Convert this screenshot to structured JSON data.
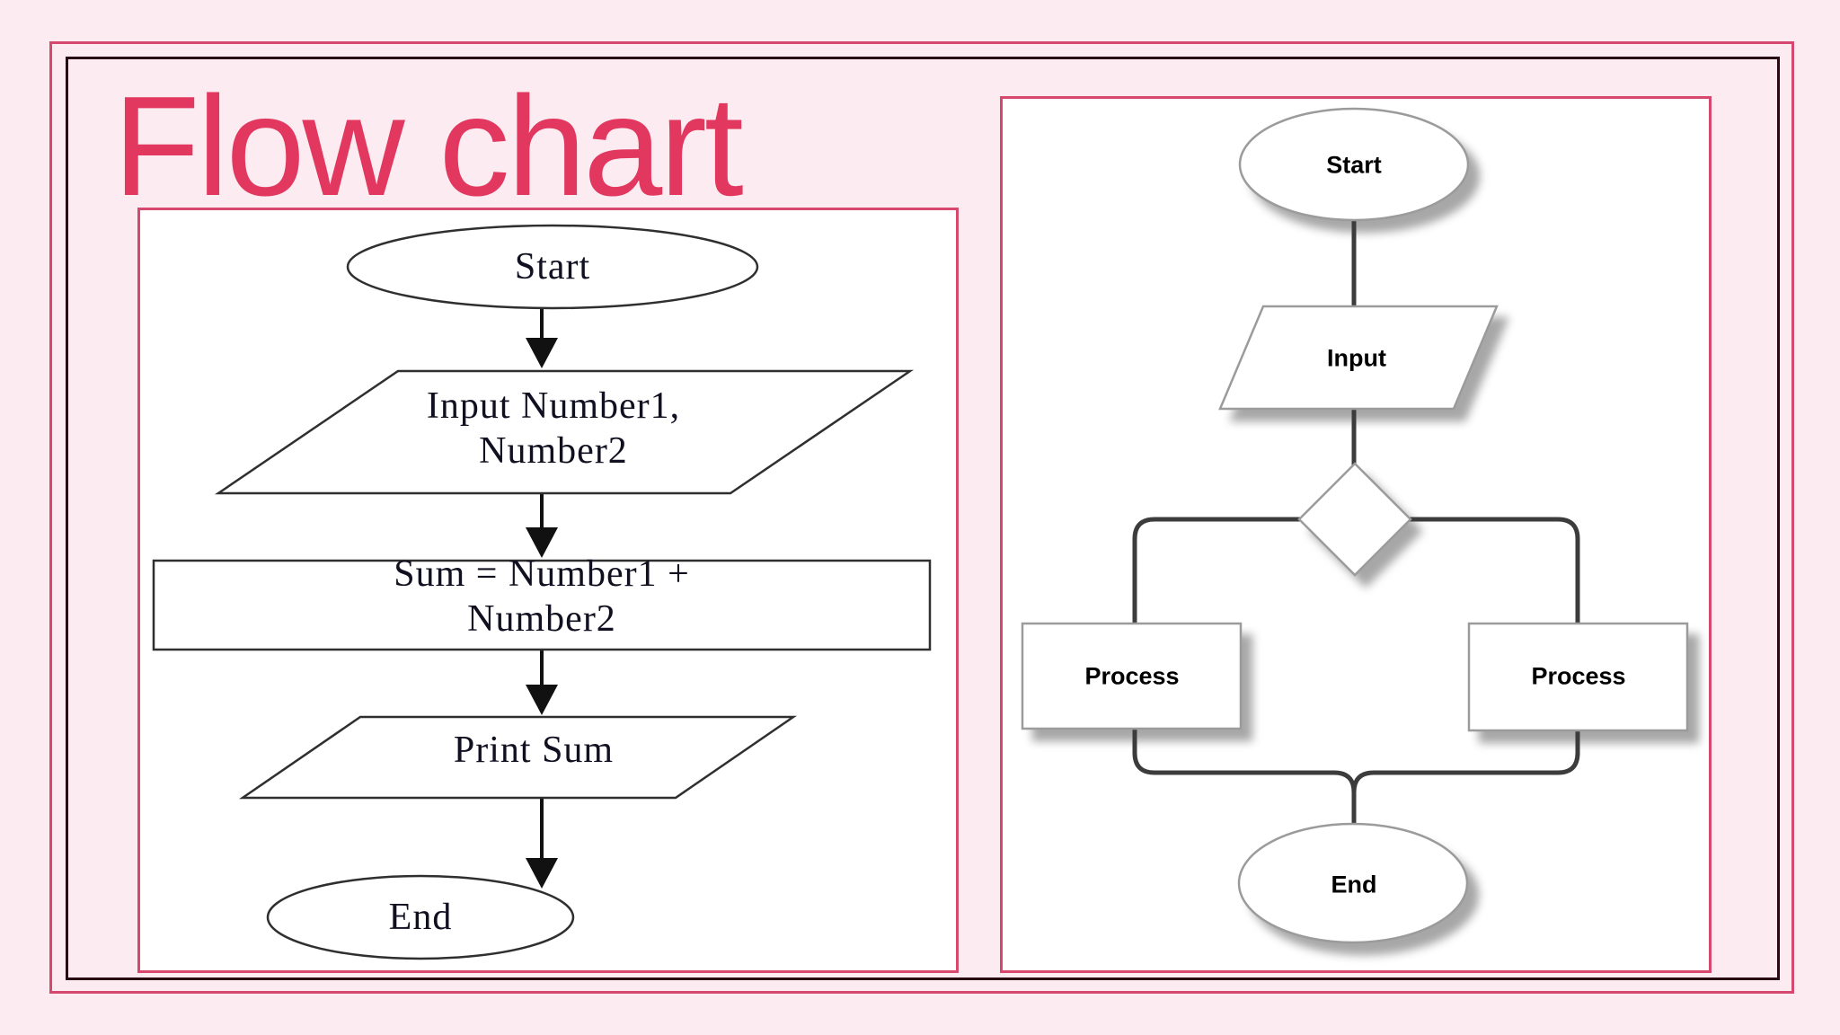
{
  "title": "Flow chart",
  "colors": {
    "background": "#fcebf0",
    "outer_border": "#d6496e",
    "inner_border": "#2a0a12",
    "panel_border": "#d6486d",
    "title": "#e23860",
    "left_chart_stroke": "#2f2f2f",
    "left_chart_text": "#101020",
    "right_chart_stroke": "#9b9b9b",
    "right_chart_line": "#3c3c3c"
  },
  "left_chart": {
    "nodes": {
      "start": {
        "type": "terminator",
        "label": "Start"
      },
      "input": {
        "type": "io",
        "label": "Input Number1,\nNumber2"
      },
      "process": {
        "type": "process",
        "label": "Sum = Number1 + Number2"
      },
      "output": {
        "type": "io",
        "label": "Print Sum"
      },
      "end": {
        "type": "terminator",
        "label": "End"
      }
    }
  },
  "right_chart": {
    "nodes": {
      "start": {
        "type": "terminator",
        "label": "Start"
      },
      "input": {
        "type": "io",
        "label": "Input"
      },
      "decision": {
        "type": "decision",
        "label": ""
      },
      "process1": {
        "type": "process",
        "label": "Process"
      },
      "process2": {
        "type": "process",
        "label": "Process"
      },
      "end": {
        "type": "terminator",
        "label": "End"
      }
    }
  }
}
